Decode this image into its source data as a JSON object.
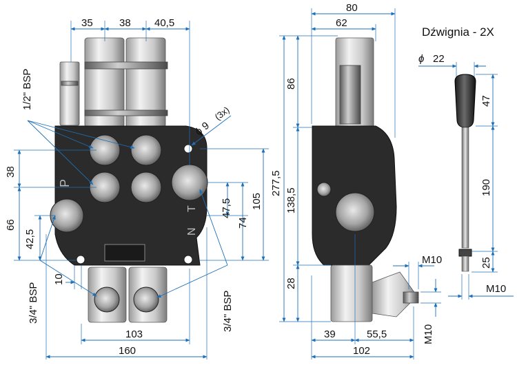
{
  "title": "Dźwignia - 2X",
  "front_view": {
    "top_dims": [
      "35",
      "38",
      "40,5"
    ],
    "bottom_dims": [
      "103",
      "160"
    ],
    "left_dims": [
      "38",
      "66",
      "42,5",
      "10"
    ],
    "right_dims": [
      "47,5",
      "74",
      "105"
    ],
    "hole_label": "ϕ 9",
    "hole_count": "(3x)",
    "port_labels": {
      "top_left": "1/2\" BSP",
      "bottom_left": "3/4\" BSP",
      "bottom_right": "3/4\" BSP"
    },
    "body_marks": [
      "P",
      "T",
      "N"
    ]
  },
  "side_view": {
    "top_dims": [
      "80",
      "62"
    ],
    "left_dims": [
      "86",
      "277,5",
      "138,5",
      "28"
    ],
    "bottom_dims": [
      "39",
      "55,5",
      "102"
    ],
    "thread_labels": [
      "M10",
      "M10"
    ]
  },
  "lever": {
    "diameter_symbol": "ϕ",
    "diameter": "22",
    "dims": [
      "47",
      "190",
      "25"
    ],
    "thread_label": "M10"
  }
}
